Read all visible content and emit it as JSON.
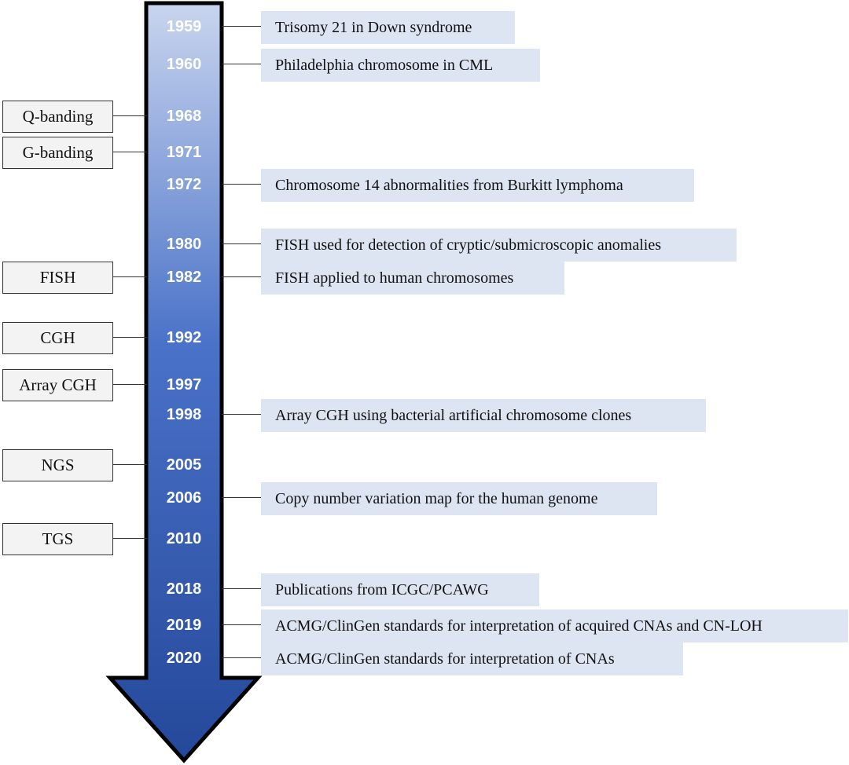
{
  "timeline": {
    "arrow_gradient": {
      "top": "#c9d5ee",
      "middle": "#4a72c8",
      "bottom": "#24489a"
    },
    "arrow_outline": "#000000",
    "tech_box_fill": "#f3f3f3",
    "event_box_fill": "#dde4f2",
    "years": [
      "1959",
      "1960",
      "1968",
      "1971",
      "1972",
      "1980",
      "1982",
      "1992",
      "1997",
      "1998",
      "2005",
      "2006",
      "2010",
      "2018",
      "2019",
      "2020"
    ],
    "technologies": [
      {
        "label": "Q-banding",
        "year": "1968"
      },
      {
        "label": "G-banding",
        "year": "1971"
      },
      {
        "label": "FISH",
        "year": "1982"
      },
      {
        "label": "CGH",
        "year": "1992"
      },
      {
        "label": "Array CGH",
        "year": "1997"
      },
      {
        "label": "NGS",
        "year": "2005"
      },
      {
        "label": "TGS",
        "year": "2010"
      }
    ],
    "events": [
      {
        "label": "Trisomy 21 in Down syndrome",
        "year": "1959"
      },
      {
        "label": "Philadelphia chromosome in CML",
        "year": "1960"
      },
      {
        "label": "Chromosome 14  abnormalities from Burkitt lymphoma",
        "year": "1972"
      },
      {
        "label": "FISH used for detection of cryptic/submicroscopic anomalies",
        "year": "1980"
      },
      {
        "label": "FISH applied to human chromosomes",
        "year": "1982"
      },
      {
        "label": "Array CGH using bacterial artificial chromosome clones",
        "year": "1998"
      },
      {
        "label": "Copy number variation map for the human genome",
        "year": "2006"
      },
      {
        "label": "Publications from ICGC/PCAWG",
        "year": "2018"
      },
      {
        "label": "ACMG/ClinGen standards for interpretation of acquired CNAs and CN-LOH",
        "year": "2019"
      },
      {
        "label": "ACMG/ClinGen standards for interpretation of CNAs",
        "year": "2020"
      }
    ]
  }
}
